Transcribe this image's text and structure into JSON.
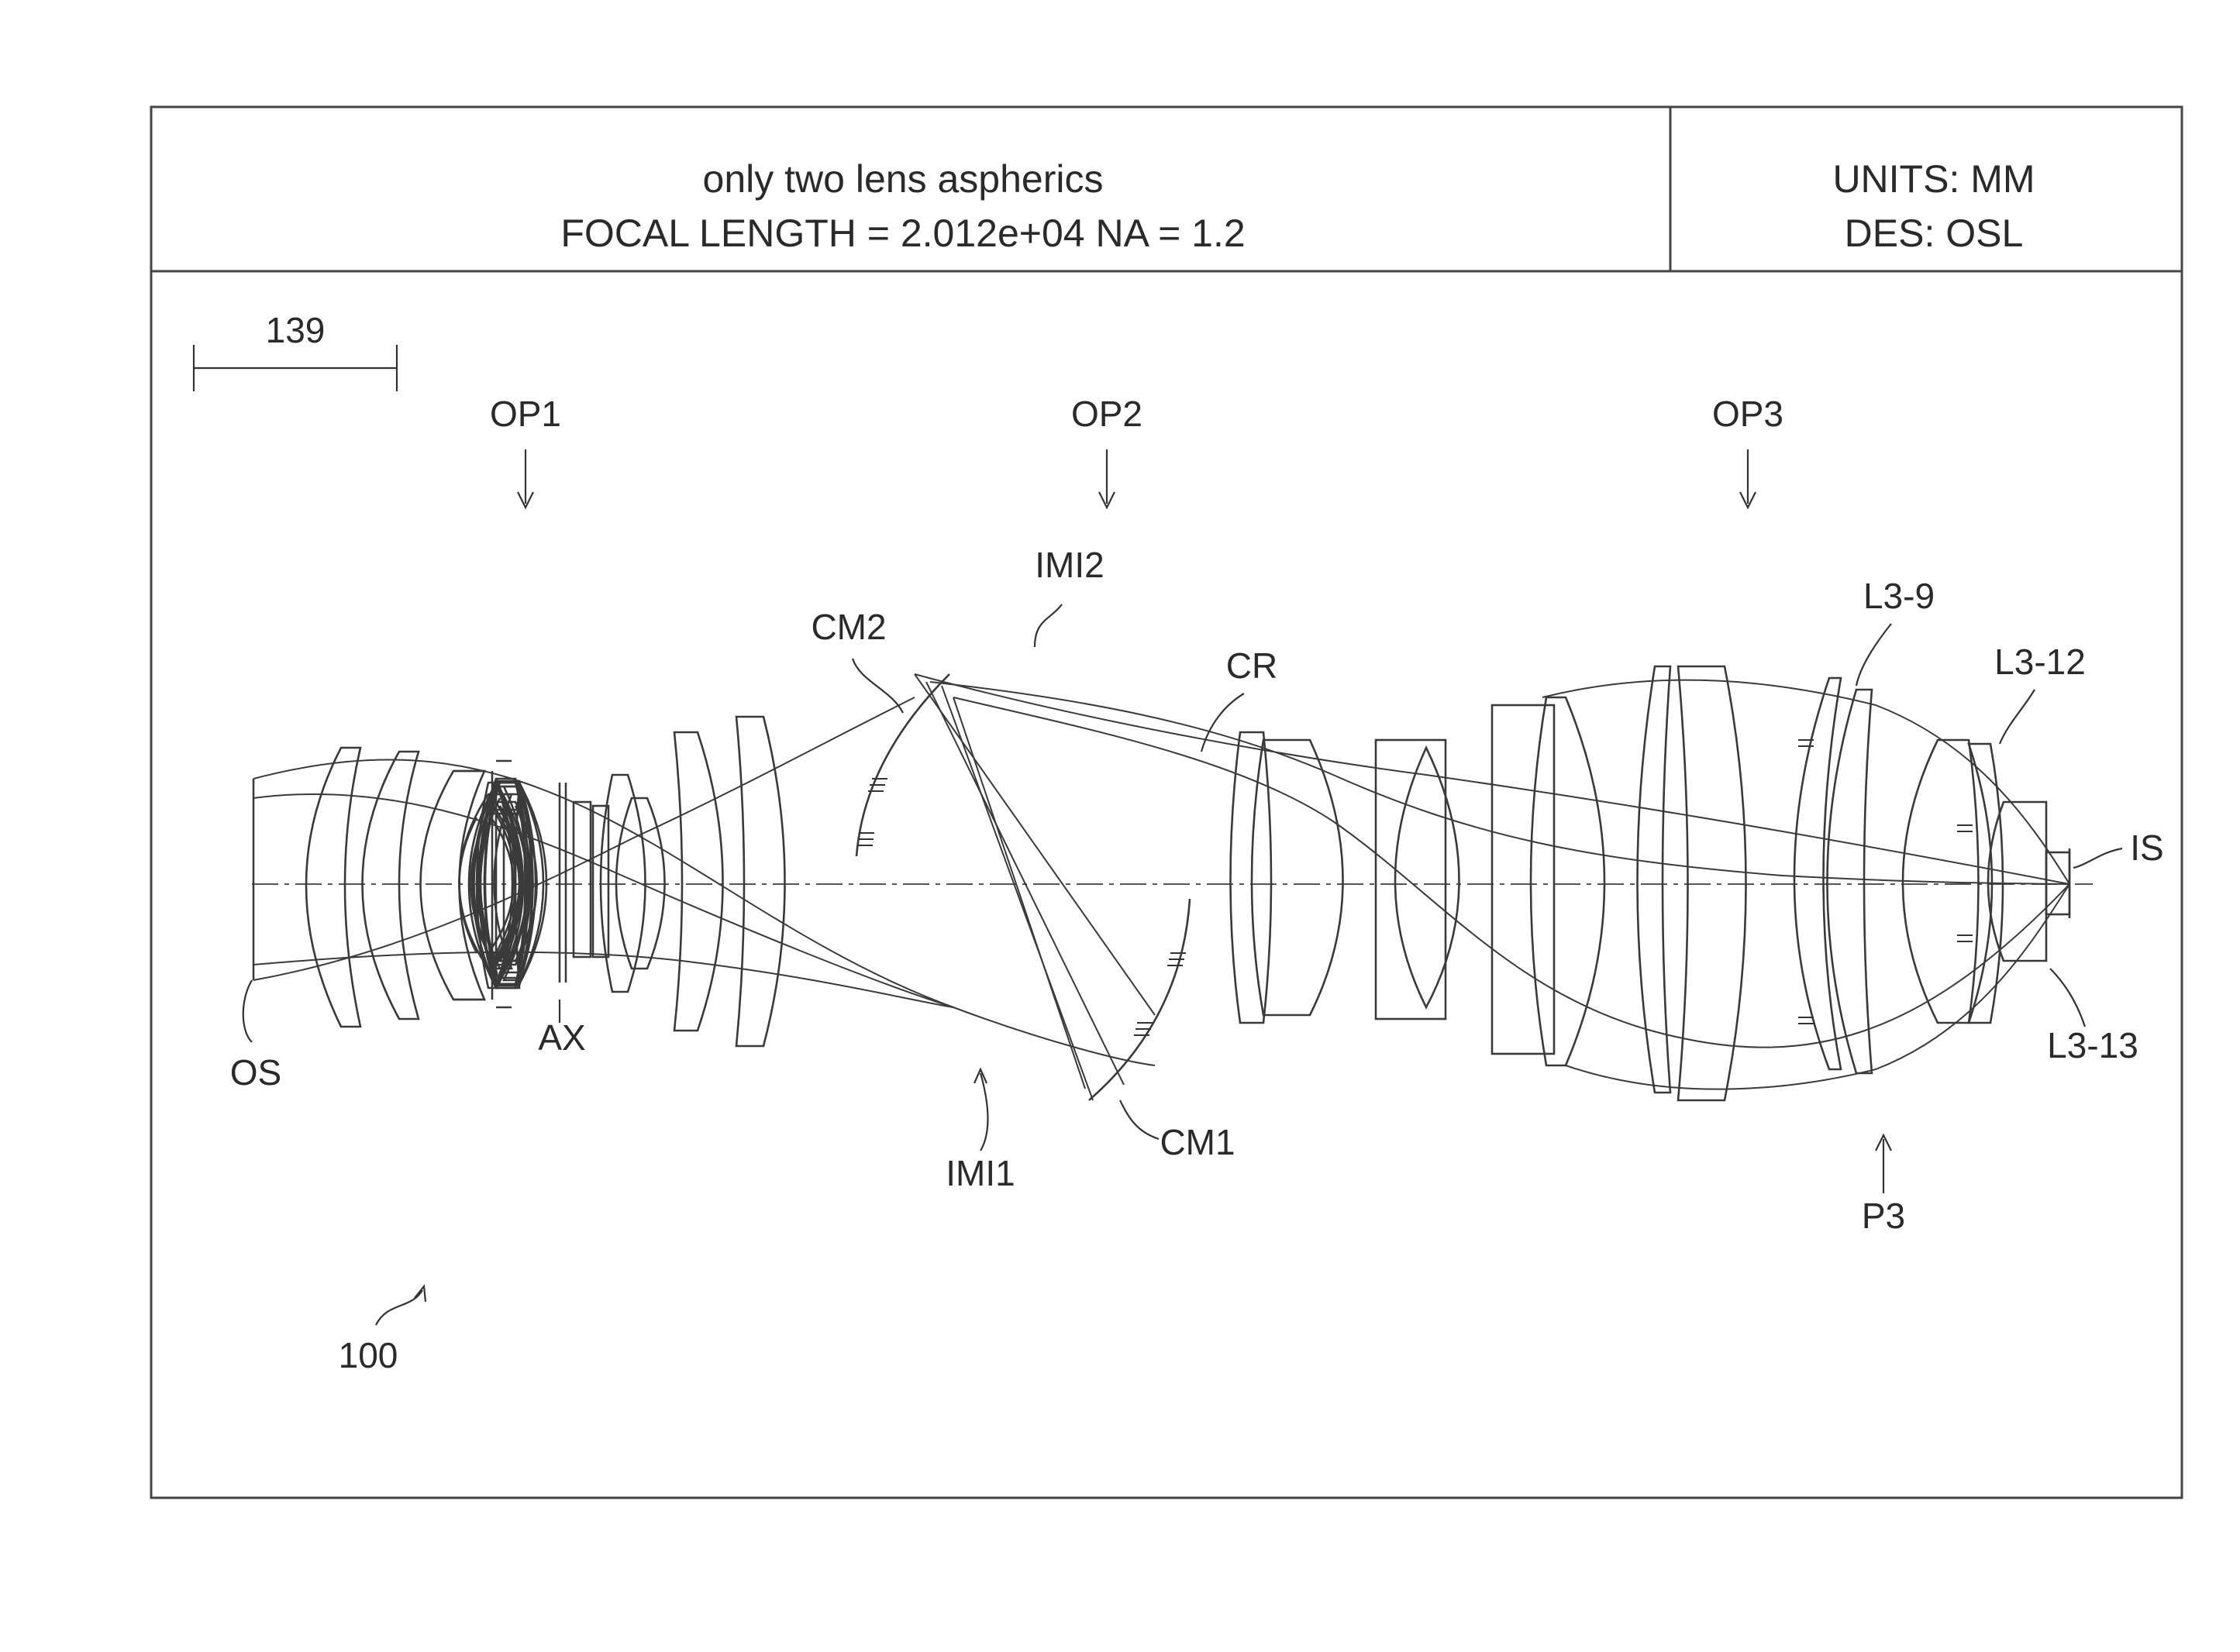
{
  "header": {
    "title_line1": "only two lens aspherics",
    "title_line2": "FOCAL LENGTH = 2.012e+04  NA = 1.2",
    "units": "UNITS:  MM",
    "designer": "DES:  OSL"
  },
  "scale_bar": {
    "value": "139"
  },
  "labels": {
    "op1": "OP1",
    "op2": "OP2",
    "op3": "OP3",
    "imi2": "IMI2",
    "imi1": "IMI1",
    "cm2": "CM2",
    "cm1": "CM1",
    "cr": "CR",
    "l3_9": "L3-9",
    "l3_12": "L3-12",
    "l3_13": "L3-13",
    "is": "IS",
    "os": "OS",
    "ax": "AX",
    "p3": "P3",
    "ref": "100"
  },
  "colors": {
    "ink": "#3a3a3a",
    "background": "#ffffff"
  }
}
